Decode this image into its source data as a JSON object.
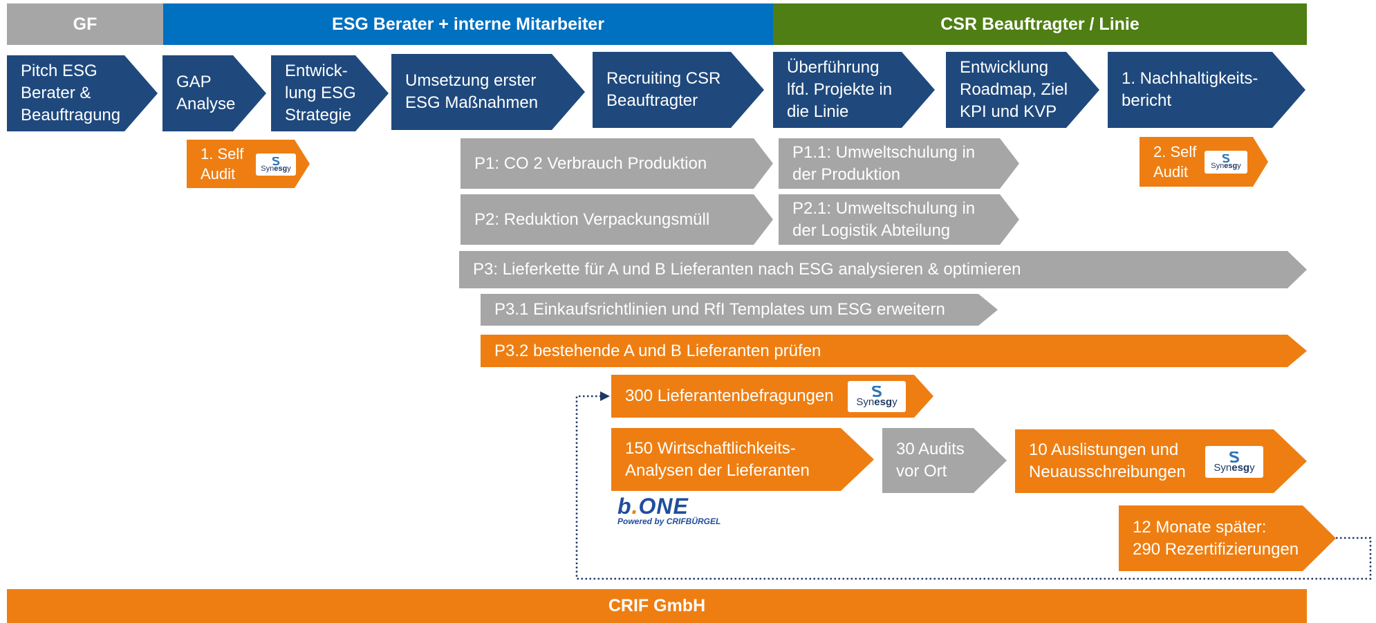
{
  "headers": {
    "gf": "GF",
    "esg": "ESG Berater + interne Mitarbeiter",
    "csr": "CSR Beauftragter / Linie"
  },
  "phases": [
    [
      "Pitch ESG",
      "Berater &",
      "Beauftragung"
    ],
    [
      "GAP",
      "Analyse"
    ],
    [
      "Entwick-",
      "lung ESG",
      "Strategie"
    ],
    [
      "Umsetzung erster",
      "ESG Maßnahmen"
    ],
    [
      "Recruiting CSR",
      "Beauftragter"
    ],
    [
      "Überführung",
      "lfd. Projekte in",
      "die Linie"
    ],
    [
      "Entwicklung",
      "Roadmap, Ziel",
      "KPI und KVP"
    ],
    [
      "1. Nachhaltigkeits-",
      "bericht"
    ]
  ],
  "audits": [
    [
      "1. Self",
      "Audit"
    ],
    [
      "2. Self",
      "Audit"
    ]
  ],
  "projects": {
    "p1": "P1: CO 2 Verbrauch Produktion",
    "p1_1": [
      "P1.1: Umweltschulung in",
      "der  Produktion"
    ],
    "p2": "P2: Reduktion Verpackungsmüll",
    "p2_1": [
      "P2.1: Umweltschulung in",
      "der Logistik Abteilung"
    ],
    "p3": "P3: Lieferkette für A und B Lieferanten nach ESG analysieren & optimieren",
    "p3_1": "P3.1 Einkaufsrichtlinien und RfI Templates um ESG erweitern",
    "p3_2": "P3.2 bestehende A und B Lieferanten prüfen"
  },
  "steps": {
    "survey": "300 Lieferantenbefragungen",
    "analysis": [
      "150 Wirtschaftlichkeits-",
      "Analysen der Lieferanten"
    ],
    "audits": [
      "30 Audits",
      "vor Ort"
    ],
    "delist": [
      "10 Auslistungen und",
      "Neuausschreibungen"
    ],
    "recert": [
      "12 Monate später:",
      "290 Rezertifizierungen"
    ]
  },
  "logos": {
    "synesgy_pre": "Syn",
    "synesgy_bold": "esg",
    "synesgy_post": "y",
    "bone_main_b": "b",
    "bone_main_dot": ".",
    "bone_main_rest": "ONE",
    "bone_sub": "Powered by CRIFBÜRGEL"
  },
  "footer": "CRIF GmbH",
  "colors": {
    "gray": "#a6a6a6",
    "blue_header": "#0070c0",
    "green_header": "#4f7e14",
    "navy": "#1f497d",
    "orange": "#ee7e12"
  }
}
